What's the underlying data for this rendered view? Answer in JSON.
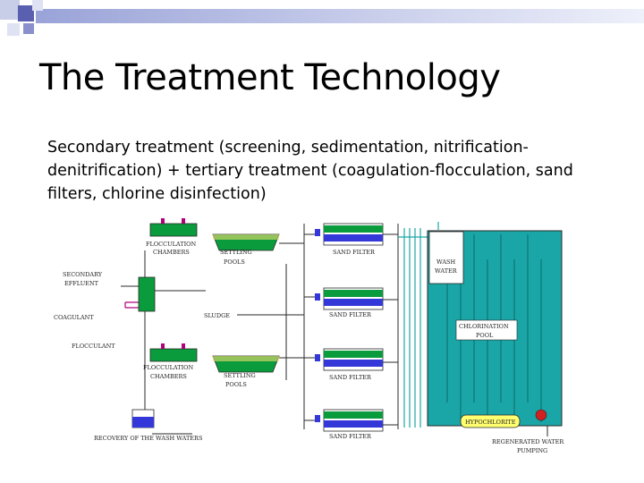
{
  "slide": {
    "title": "The Treatment Technology",
    "body": "Secondary treatment (screening, sedimentation, nitrification-denitrification) + tertiary treatment (coagulation-flocculation, sand filters, chlorine disinfection)"
  },
  "colors": {
    "header_band": "#c8cde8",
    "deco_square": "#5a5fb0",
    "water": "#1aa6a6",
    "filter_green": "#0a9b3c",
    "filter_blue": "#3438d8",
    "line": "#2a2a2a",
    "input_line": "#b0007a",
    "pump": "#d02020"
  },
  "diagram": {
    "labels": {
      "flocculation_top": "FLOCCULATION CHAMBERS",
      "flocculation_top_l1": "FLOCCULATION",
      "flocculation_top_l2": "CHAMBERS",
      "settling_top_l1": "SETTLING",
      "settling_top_l2": "POOLS",
      "secondary_l1": "SECONDARY",
      "secondary_l2": "EFFLUENT",
      "coagulant": "COAGULANT",
      "flocculant": "FLOCCULANT",
      "sludge": "SLUDGE",
      "flocculation_bottom_l1": "FLOCCULATION",
      "flocculation_bottom_l2": "CHAMBERS",
      "settling_bottom_l1": "SETTLING",
      "settling_bottom_l2": "POOLS",
      "sand_filter_1": "SAND FILTER",
      "sand_filter_2": "SAND FILTER",
      "sand_filter_3": "SAND FILTER",
      "sand_filter_4": "SAND FILTER",
      "wash_water_l1": "WASH",
      "wash_water_l2": "WATER",
      "chlorination_l1": "CHLORINATION",
      "chlorination_l2": "POOL",
      "hypochlorite": "HYPOCHLORITE",
      "regenerated_l1": "REGENERATED WATER",
      "regenerated_l2": "PUMPING",
      "recovery": "RECOVERY OF THE WASH WATERS"
    }
  }
}
